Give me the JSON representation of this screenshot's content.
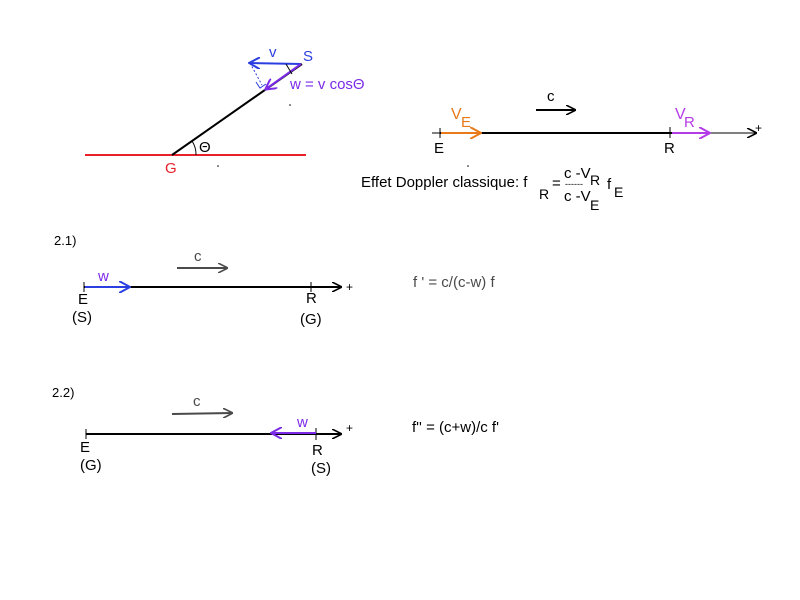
{
  "colors": {
    "red": "#e8202a",
    "blue": "#2b3ee0",
    "purple": "#7b2be8",
    "orange": "#e87a1a",
    "magenta": "#b43ae8",
    "gray": "#4a4a4a",
    "black": "#000000"
  },
  "fig1": {
    "v": "v",
    "S": "S",
    "w_formula": "w = v cosΘ",
    "theta": "Θ",
    "G": "G"
  },
  "fig2": {
    "c": "c",
    "VE_V": "V",
    "VE_sub": "E",
    "VR_V": "V",
    "VR_sub": "R",
    "plus": "+",
    "E": "E",
    "R": "R",
    "doppler_label": "Effet Doppler classique: f",
    "fR_sub": "R",
    "eq": "=",
    "num": "c -V",
    "num_sub": "R",
    "frac_line": "------",
    "den": "c -V",
    "den_sub": "E",
    "fE": "f",
    "fE_sub": "E"
  },
  "case21": {
    "label": "2.1)",
    "c": "c",
    "w": "w",
    "plus": "+",
    "E": "E",
    "S_paren": "(S)",
    "R": "R",
    "G_paren": "(G)",
    "formula": "f ' = c/(c-w) f"
  },
  "case22": {
    "label": "2.2)",
    "c": "c",
    "w": "w",
    "plus": "+",
    "E": "E",
    "G_paren": "(G)",
    "R": "R",
    "S_paren": "(S)",
    "formula": "f'' = (c+w)/c f'"
  }
}
